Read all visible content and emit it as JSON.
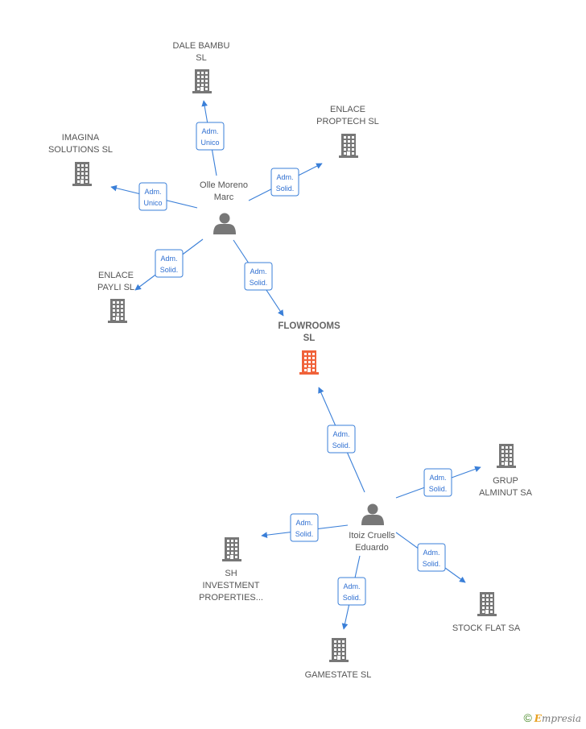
{
  "nodes": {
    "flowrooms": {
      "lines": [
        "FLOWROOMS",
        "SL"
      ],
      "kind": "company",
      "main": true
    },
    "dale_bambu": {
      "lines": [
        "DALE BAMBU",
        "SL"
      ],
      "kind": "company"
    },
    "enlace_proptech": {
      "lines": [
        "ENLACE",
        "PROPTECH  SL"
      ],
      "kind": "company"
    },
    "imagina": {
      "lines": [
        "IMAGINA",
        "SOLUTIONS SL"
      ],
      "kind": "company"
    },
    "enlace_payli": {
      "lines": [
        "ENLACE",
        "PAYLI  SL"
      ],
      "kind": "company"
    },
    "olle_moreno": {
      "lines": [
        "Olle Moreno",
        "Marc"
      ],
      "kind": "person"
    },
    "itoiz": {
      "lines": [
        "Itoiz Cruells",
        "Eduardo"
      ],
      "kind": "person"
    },
    "grup_alminut": {
      "lines": [
        "GRUP",
        "ALMINUT SA"
      ],
      "kind": "company"
    },
    "sh_investment": {
      "lines": [
        "SH",
        "INVESTMENT",
        "PROPERTIES..."
      ],
      "kind": "company"
    },
    "stock_flat": {
      "lines": [
        "STOCK FLAT SA"
      ],
      "kind": "company"
    },
    "gamestate": {
      "lines": [
        "GAMESTATE  SL"
      ],
      "kind": "company"
    }
  },
  "relations": [
    {
      "from": "olle_moreno",
      "to": "dale_bambu",
      "label": [
        "Adm.",
        "Unico"
      ]
    },
    {
      "from": "olle_moreno",
      "to": "enlace_proptech",
      "label": [
        "Adm.",
        "Solid."
      ]
    },
    {
      "from": "olle_moreno",
      "to": "imagina",
      "label": [
        "Adm.",
        "Unico"
      ]
    },
    {
      "from": "olle_moreno",
      "to": "enlace_payli",
      "label": [
        "Adm.",
        "Solid."
      ]
    },
    {
      "from": "olle_moreno",
      "to": "flowrooms",
      "label": [
        "Adm.",
        "Solid."
      ]
    },
    {
      "from": "itoiz",
      "to": "flowrooms",
      "label": [
        "Adm.",
        "Solid."
      ]
    },
    {
      "from": "itoiz",
      "to": "grup_alminut",
      "label": [
        "Adm.",
        "Solid."
      ]
    },
    {
      "from": "itoiz",
      "to": "sh_investment",
      "label": [
        "Adm.",
        "Solid."
      ]
    },
    {
      "from": "itoiz",
      "to": "stock_flat",
      "label": [
        "Adm.",
        "Solid."
      ]
    },
    {
      "from": "itoiz",
      "to": "gamestate",
      "label": [
        "Adm.",
        "Solid."
      ]
    }
  ],
  "colors": {
    "company": "#777777",
    "main_company": "#f0623a",
    "person": "#777777",
    "edge": "#3a7fd8"
  },
  "footer": {
    "copyright": "©",
    "brand_first": "E",
    "brand_rest": "mpresia"
  }
}
